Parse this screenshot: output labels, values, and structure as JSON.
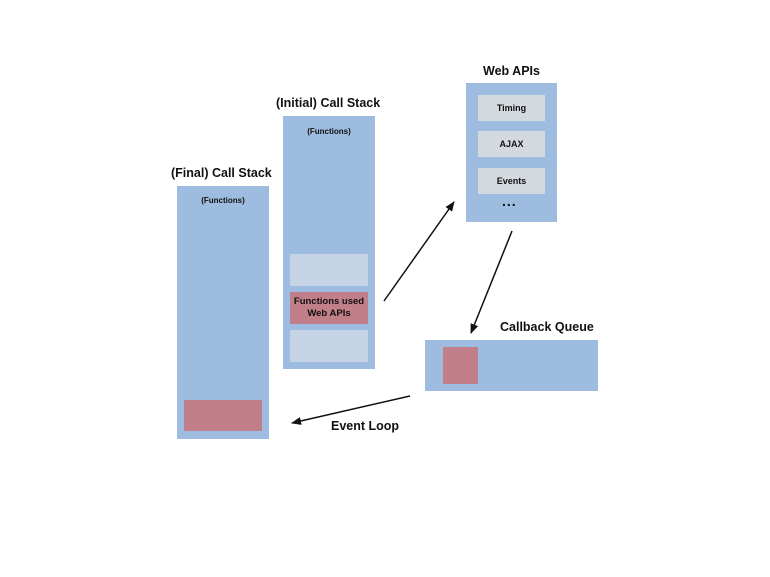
{
  "final_call_stack": {
    "title": "(Final) Call Stack",
    "subtitle": "(Functions)"
  },
  "initial_call_stack": {
    "title": "(Initial) Call Stack",
    "subtitle": "(Functions)",
    "highlighted_line1": "Functions used",
    "highlighted_line2": "Web APIs"
  },
  "web_apis": {
    "title": "Web APIs",
    "items": [
      "Timing",
      "AJAX",
      "Events"
    ],
    "more": "..."
  },
  "callback_queue": {
    "title": "Callback Queue"
  },
  "event_loop": {
    "label": "Event Loop"
  },
  "colors": {
    "panel": "#9dbcdf",
    "slot": "#c4d3e6",
    "api_box": "#d4d9df",
    "highlight": "#c17f89",
    "text": "#111111"
  }
}
